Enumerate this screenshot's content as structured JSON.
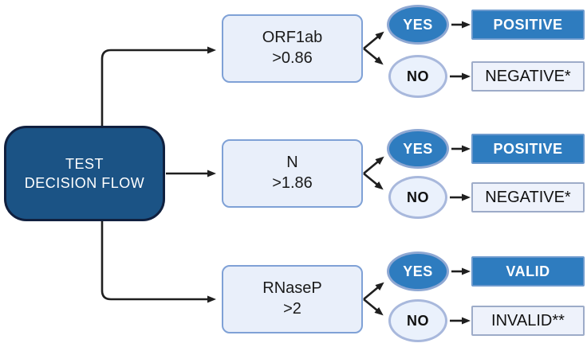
{
  "diagram": {
    "kind": "flowchart",
    "root": {
      "line1": "TEST",
      "line2": "DECISION FLOW"
    },
    "rows": [
      {
        "condition": {
          "name": "ORF1ab",
          "threshold": ">0.86"
        },
        "yes_label": "YES",
        "no_label": "NO",
        "yes_result": "POSITIVE",
        "no_result": "NEGATIVE*"
      },
      {
        "condition": {
          "name": "N",
          "threshold": ">1.86"
        },
        "yes_label": "YES",
        "no_label": "NO",
        "yes_result": "POSITIVE",
        "no_result": "NEGATIVE*"
      },
      {
        "condition": {
          "name": "RNaseP",
          "threshold": ">2"
        },
        "yes_label": "YES",
        "no_label": "NO",
        "yes_result": "VALID",
        "no_result": "INVALID**"
      }
    ],
    "colors": {
      "root_fill": "#1b5385",
      "root_border": "#10203f",
      "condition_fill": "#e9effa",
      "condition_border": "#7fa1d6",
      "yes_fill": "#2e7cbf",
      "yes_border": "#8fa8d3",
      "no_fill": "#eaf1fc",
      "no_border": "#a8b8dc",
      "result_dark_fill": "#2e7cbf",
      "result_dark_border": "#6d9ace",
      "result_light_fill": "#eef2fb",
      "result_light_border": "#9dabc8",
      "arrow": "#1f1f1f",
      "text_light": "#ffffff",
      "text_dark": "#111111"
    }
  }
}
